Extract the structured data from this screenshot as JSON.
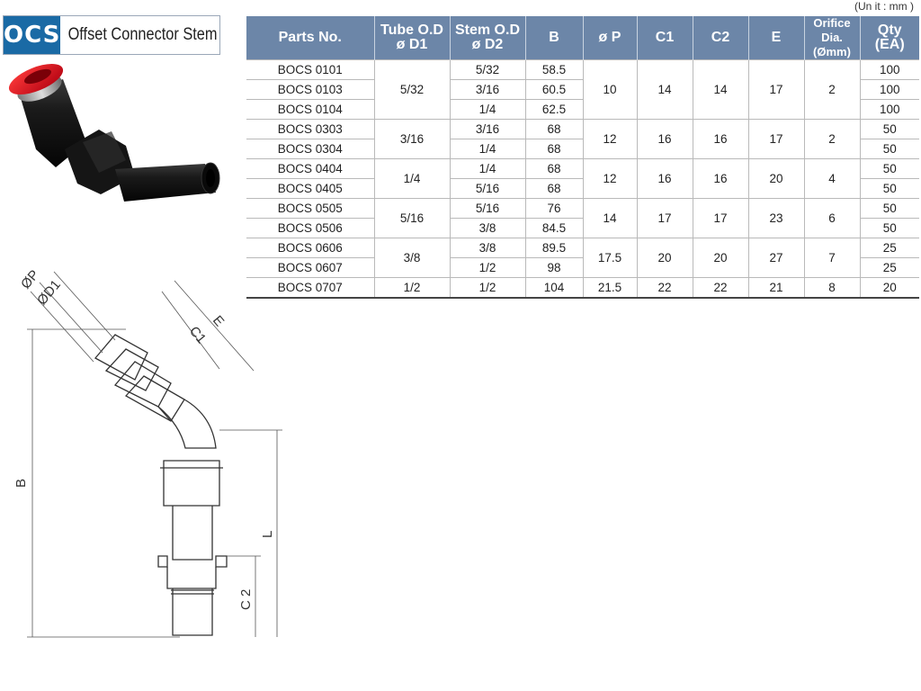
{
  "header": {
    "code": "OCS",
    "title": "Offset Connector Stem"
  },
  "unit_note": "(Un it : mm )",
  "table": {
    "headers": [
      {
        "top": "Parts No.",
        "bottom": ""
      },
      {
        "top": "Tube O.D",
        "bottom": "ø D1"
      },
      {
        "top": "Stem O.D",
        "bottom": "ø D2"
      },
      {
        "top": "B",
        "bottom": ""
      },
      {
        "top": "ø P",
        "bottom": ""
      },
      {
        "top": "C1",
        "bottom": ""
      },
      {
        "top": "C2",
        "bottom": ""
      },
      {
        "top": "E",
        "bottom": ""
      },
      {
        "top": "Orifice Dia.",
        "bottom": "(Ømm)"
      },
      {
        "top": "Qty",
        "bottom": "(EA)"
      }
    ],
    "rows": [
      [
        "BOCS 0101",
        "5/32",
        "58.5",
        "100"
      ],
      [
        "BOCS 0103",
        "3/16",
        "60.5",
        "100"
      ],
      [
        "BOCS 0104",
        "1/4",
        "62.5",
        "100"
      ],
      [
        "BOCS 0303",
        "3/16",
        "68",
        "50"
      ],
      [
        "BOCS 0304",
        "1/4",
        "68",
        "50"
      ],
      [
        "BOCS 0404",
        "1/4",
        "68",
        "50"
      ],
      [
        "BOCS 0405",
        "5/16",
        "68",
        "50"
      ],
      [
        "BOCS 0505",
        "5/16",
        "76",
        "50"
      ],
      [
        "BOCS 0506",
        "3/8",
        "84.5",
        "50"
      ],
      [
        "BOCS 0606",
        "3/8",
        "89.5",
        "25"
      ],
      [
        "BOCS 0607",
        "1/2",
        "98",
        "25"
      ],
      [
        "BOCS 0707",
        "1/2",
        "104",
        "20"
      ]
    ],
    "groups": [
      {
        "d1": "5/32",
        "p": "10",
        "c1": "14",
        "c2": "14",
        "e": "17",
        "orifice": "2"
      },
      {
        "d1": "3/16",
        "p": "12",
        "c1": "16",
        "c2": "16",
        "e": "17",
        "orifice": "2"
      },
      {
        "d1": "1/4",
        "p": "12",
        "c1": "16",
        "c2": "16",
        "e": "20",
        "orifice": "4"
      },
      {
        "d1": "5/16",
        "p": "14",
        "c1": "17",
        "c2": "17",
        "e": "23",
        "orifice": "6"
      },
      {
        "d1": "3/8",
        "p": "17.5",
        "c1": "20",
        "c2": "20",
        "e": "27",
        "orifice": "7"
      },
      {
        "d1": "1/2",
        "p": "21.5",
        "c1": "22",
        "c2": "22",
        "e": "21",
        "orifice": "8"
      }
    ]
  },
  "drawing": {
    "labels": {
      "p": "ØP",
      "d1": "ØD1",
      "c1": "C1",
      "e": "E",
      "b": "B",
      "l": "L",
      "c2": "C 2"
    }
  },
  "colors": {
    "header_bg": "#6c86a8",
    "badge_blue": "#1a6aa5",
    "collet_red": "#e0101e"
  }
}
